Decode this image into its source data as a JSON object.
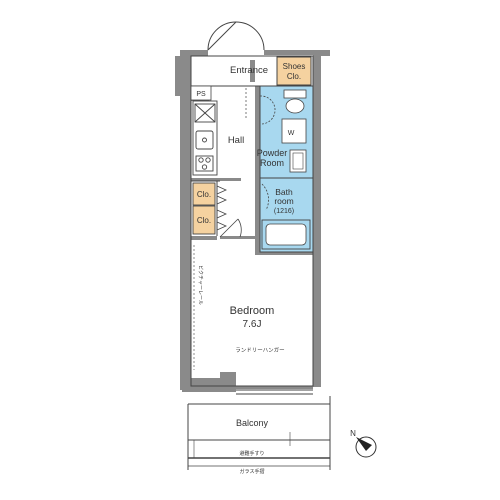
{
  "colors": {
    "wet_area": "#a8d8ef",
    "storage": "#f5d2a0",
    "wall": "#8a8a8a",
    "line": "#444444"
  },
  "rooms": {
    "entrance": "Entrance",
    "shoes_closet": {
      "line1": "Shoes",
      "line2": "Clo."
    },
    "ps": "PS",
    "hall": "Hall",
    "powder_room": {
      "line1": "Powder",
      "line2": "Room"
    },
    "bathroom": {
      "line1": "Bath",
      "line2": "room",
      "size": "(1216)"
    },
    "closet_upper": "Clo.",
    "closet_lower": "Clo.",
    "bedroom": {
      "name": "Bedroom",
      "size": "7.6J"
    },
    "balcony": "Balcony"
  },
  "fixtures": {
    "washer": "W",
    "curtain_rail_vertical": "ピクチャーレール",
    "laundry_hanger": "ランドリーハンガー",
    "balcony_note_1": "避難手すり",
    "balcony_note_2": "ガラス手摺"
  },
  "compass": {
    "label": "N"
  }
}
